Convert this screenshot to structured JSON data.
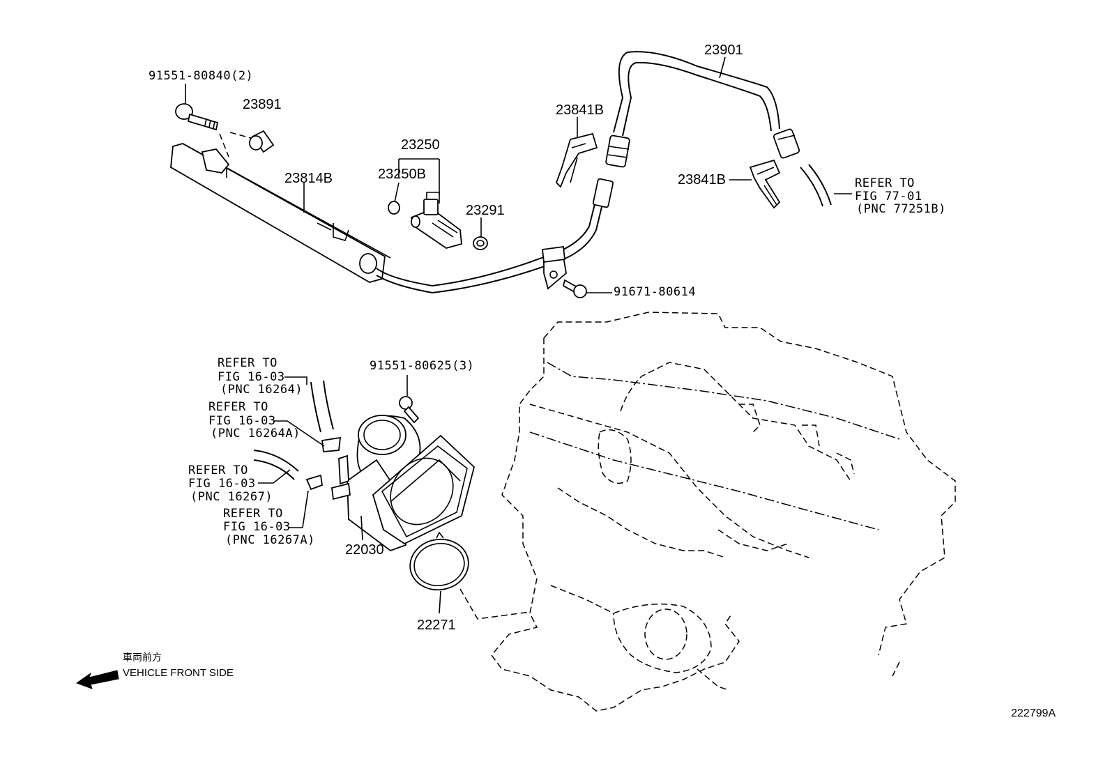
{
  "labels": {
    "bolt_top": "91551-80840(2)",
    "p23891": "23891",
    "p23814b": "23814B",
    "p23250": "23250",
    "p23250b": "23250B",
    "p23291": "23291",
    "p23841b_upper": "23841B",
    "p23841b_lower": "23841B",
    "p23901": "23901",
    "bolt_mid": "91671-80614",
    "bolt_tb": "91551-80625(3)",
    "p22030": "22030",
    "p22271": "22271"
  },
  "refers": [
    {
      "l1": "REFER TO",
      "l2": "FIG 77-01",
      "l3": "(PNC 77251B)"
    },
    {
      "l1": "REFER TO",
      "l2": "FIG 16-03",
      "l3": "(PNC 16264)"
    },
    {
      "l1": "REFER TO",
      "l2": "FIG 16-03",
      "l3": "(PNC 16264A)"
    },
    {
      "l1": "REFER TO",
      "l2": "FIG 16-03",
      "l3": "(PNC 16267)"
    },
    {
      "l1": "REFER TO",
      "l2": "FIG 16-03",
      "l3": "(PNC 16267A)"
    }
  ],
  "front": {
    "jp": "車両前方",
    "en": "VEHICLE FRONT SIDE"
  },
  "figure_id": "222799A",
  "icons": {
    "front_arrow": "arrow-left-icon"
  }
}
